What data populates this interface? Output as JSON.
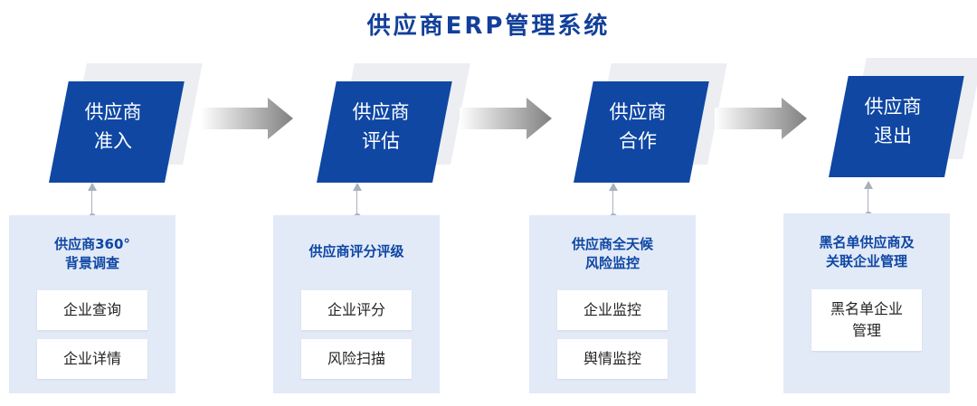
{
  "title": "供应商ERP管理系统",
  "stages": [
    {
      "line1": "供应商",
      "line2": "准入"
    },
    {
      "line1": "供应商",
      "line2": "评估"
    },
    {
      "line1": "供应商",
      "line2": "合作"
    },
    {
      "line1": "供应商",
      "line2": "退出"
    }
  ],
  "panels": [
    {
      "title_l1": "供应商360°",
      "title_l2": "背景调查",
      "items": [
        "企业查询",
        "企业详情"
      ]
    },
    {
      "title_l1": "供应商评分评级",
      "items": [
        "企业评分",
        "风险扫描"
      ]
    },
    {
      "title_l1": "供应商全天候",
      "title_l2": "风险监控",
      "items": [
        "企业监控",
        "舆情监控"
      ]
    },
    {
      "title_l1": "黑名单供应商及",
      "title_l2": "关联企业管理",
      "item_l1": "黑名单企业",
      "item_l2": "管理"
    }
  ],
  "colors": {
    "brand_blue": "#0f47a3",
    "title_blue": "#123f9a",
    "panel_bg": "#e2eaf8",
    "arrow_gray": "#8c8c8c"
  }
}
